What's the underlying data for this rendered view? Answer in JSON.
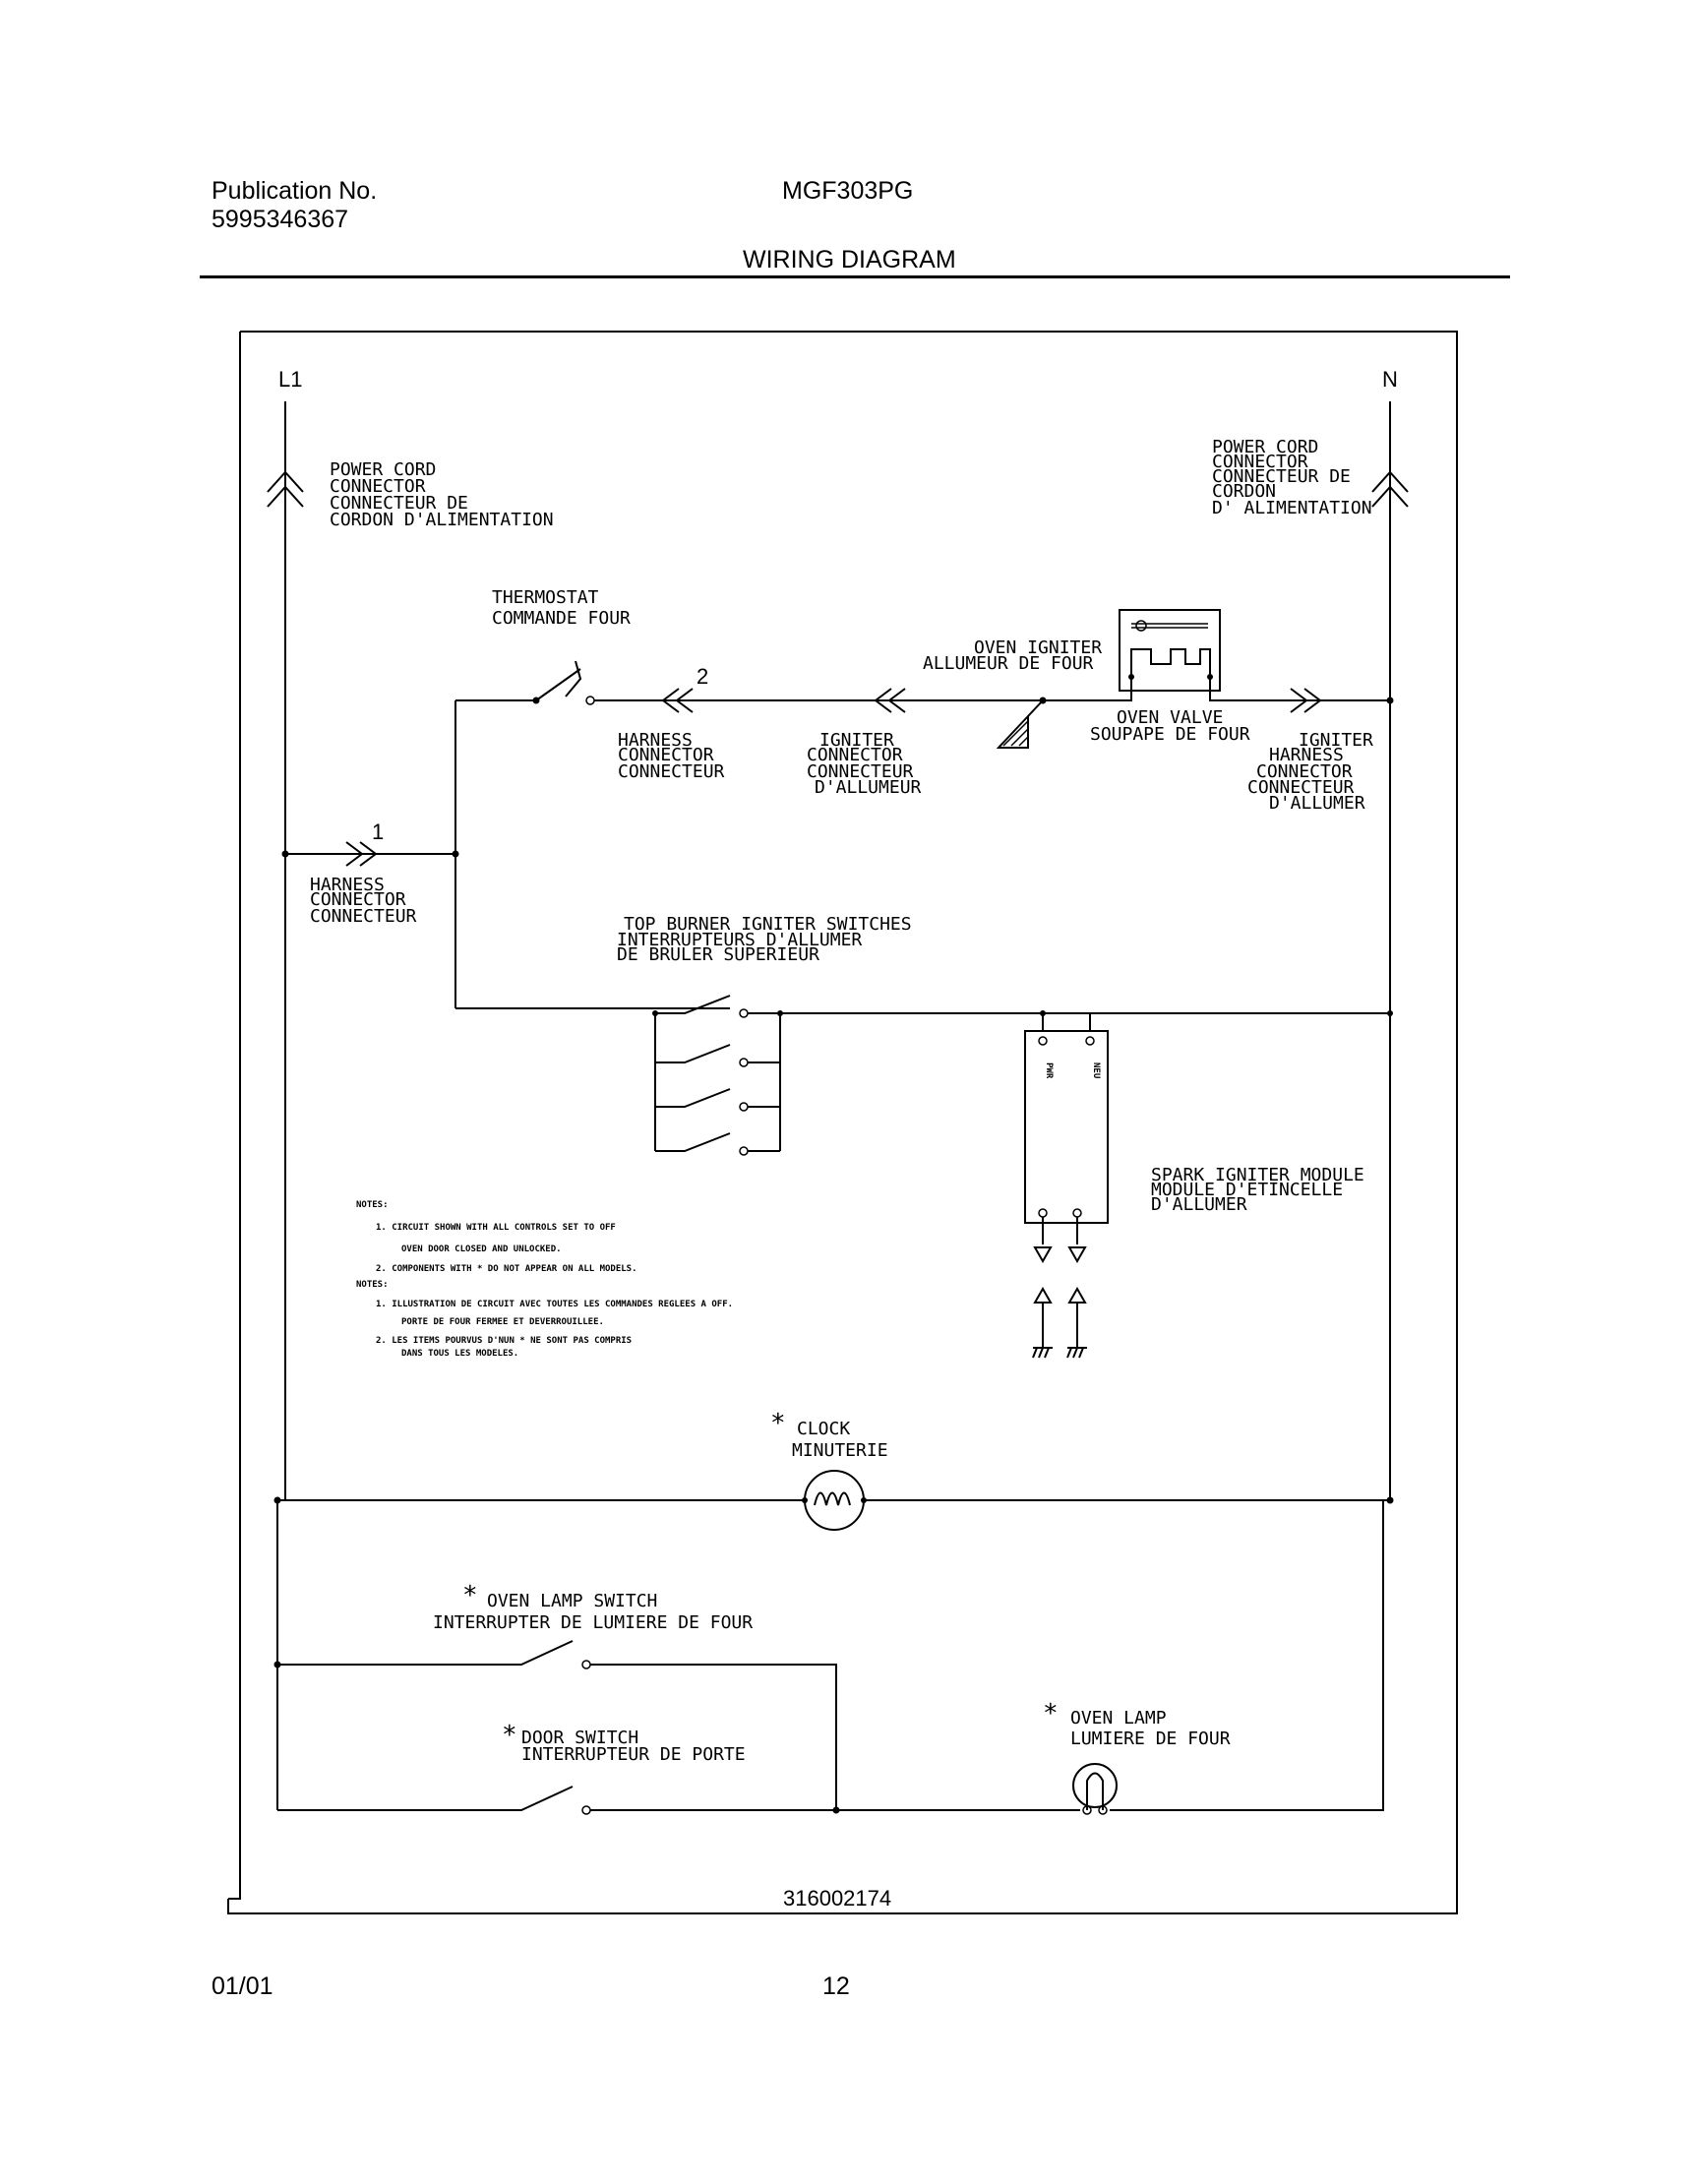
{
  "header": {
    "publication_label": "Publication No.",
    "publication_number": "5995346367",
    "model": "MGF303PG",
    "section_title": "WIRING DIAGRAM"
  },
  "footer": {
    "date": "01/01",
    "page_number": "12"
  },
  "diagram": {
    "part_number": "316002174",
    "line_l1": "L1",
    "line_n": "N",
    "left_cord": [
      "POWER CORD",
      "CONNECTOR",
      "CONNECTEUR DE",
      "CORDON D'ALIMENTATION"
    ],
    "right_cord": [
      "POWER CORD",
      "CONNECTOR",
      "CONNECTEUR DE",
      "CORDON",
      "D' ALIMENTATION"
    ],
    "thermostat": [
      "THERMOSTAT",
      "COMMANDE FOUR"
    ],
    "oven_igniter": [
      "OVEN IGNITER",
      "ALLUMEUR DE FOUR"
    ],
    "oven_valve": [
      "OVEN VALVE",
      "SOUPAPE DE FOUR"
    ],
    "harness_connector_top": [
      "HARNESS",
      "CONNECTOR",
      "CONNECTEUR"
    ],
    "igniter_connector": [
      "IGNITER",
      "CONNECTOR",
      "CONNECTEUR",
      "D'ALLUMEUR"
    ],
    "igniter_harness_connector": [
      "IGNITER",
      "HARNESS",
      "CONNECTOR",
      "CONNECTEUR",
      "D'ALLUMER"
    ],
    "harness_connector_left": [
      "HARNESS",
      "CONNECTOR",
      "CONNECTEUR"
    ],
    "connector_1": "1",
    "connector_2": "2",
    "top_burner": [
      "TOP BURNER IGNITER SWITCHES",
      "INTERRUPTEURS D'ALLUMER",
      "DE BRULER SUPERIEUR"
    ],
    "spark_module": [
      "SPARK IGNITER MODULE",
      "MODULE D'ETINCELLE",
      "D'ALLUMER"
    ],
    "module_terminal_1": "PWR",
    "module_terminal_2": "NEU",
    "notes": [
      "NOTES:",
      "1.  CIRCUIT SHOWN WITH ALL CONTROLS SET TO OFF",
      "OVEN DOOR CLOSED AND UNLOCKED.",
      "2.  COMPONENTS WITH * DO NOT APPEAR ON ALL MODELS.",
      "NOTES:",
      "1.  ILLUSTRATION DE CIRCUIT AVEC TOUTES LES COMMANDES REGLEES A OFF.",
      "PORTE DE FOUR FERMEE ET DEVERROUILLEE.",
      "2.  LES ITEMS POURVUS D'NUN * NE SONT PAS COMPRIS",
      "DANS TOUS LES MODELES."
    ],
    "asterisk": "*",
    "clock": [
      "CLOCK",
      "MINUTERIE"
    ],
    "oven_lamp_switch": [
      "OVEN LAMP SWITCH",
      "INTERRUPTER DE LUMIERE DE FOUR"
    ],
    "door_switch": [
      "DOOR SWITCH",
      "INTERRUPTEUR DE PORTE"
    ],
    "oven_lamp": [
      "OVEN LAMP",
      "LUMIERE DE FOUR"
    ]
  }
}
